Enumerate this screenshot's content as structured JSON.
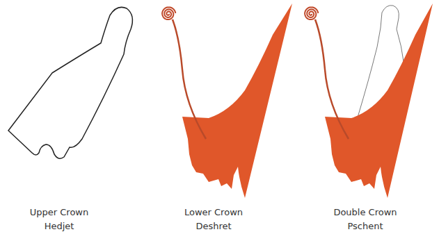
{
  "diagram": {
    "labels": [
      "Upper Crown",
      "Hedjet",
      "Lower Crown",
      "Deshret",
      "Double Crown",
      "Pschent"
    ]
  }
}
